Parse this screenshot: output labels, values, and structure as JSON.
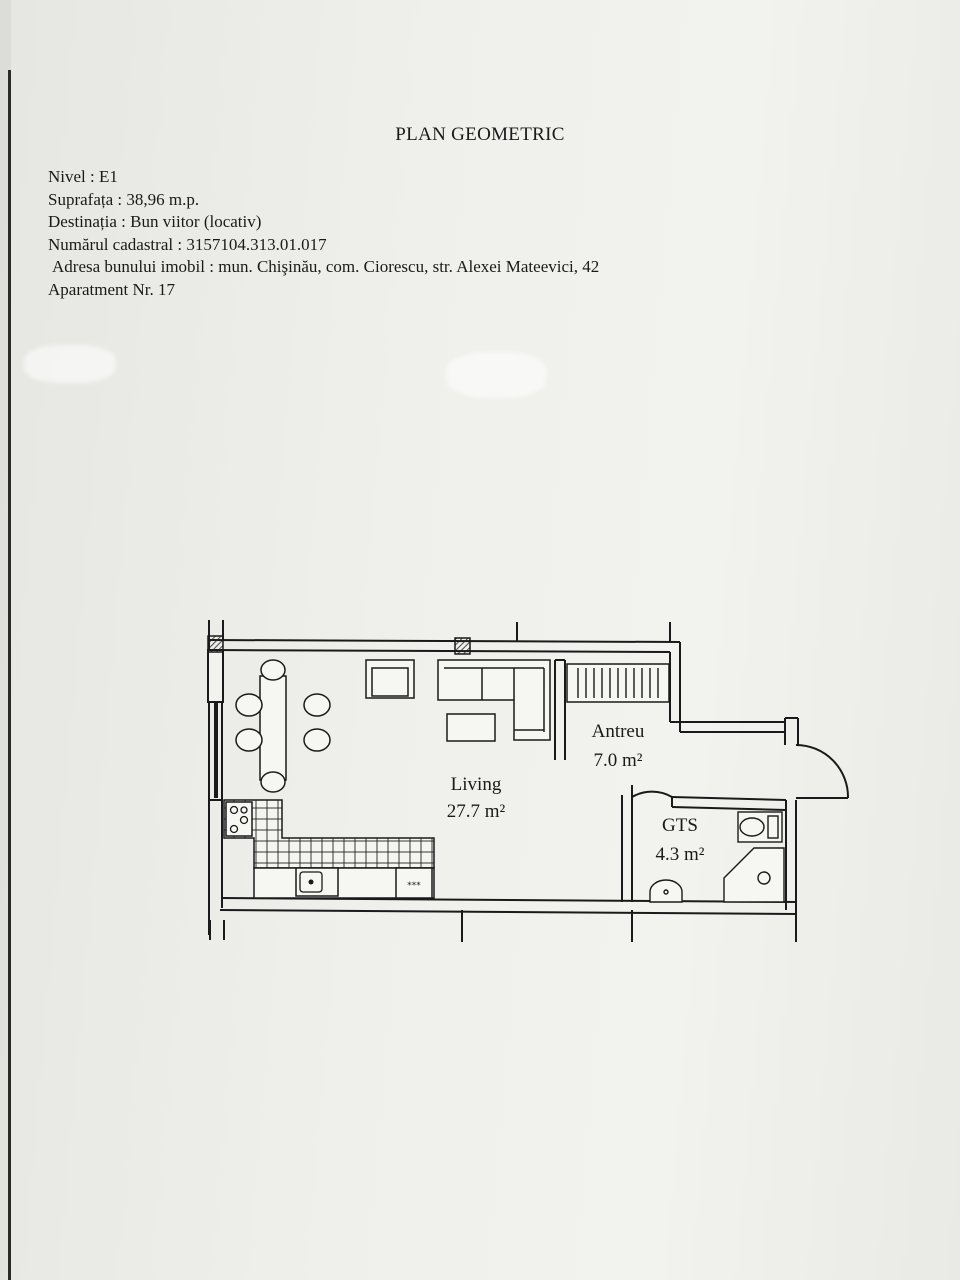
{
  "document": {
    "title": "PLAN GEOMETRIC",
    "fields": [
      {
        "label": "Nivel",
        "value": "E1"
      },
      {
        "label": "Suprafața",
        "value": "38,96 m.p."
      },
      {
        "label": "Destinația",
        "value": "Bun viitor (locativ)"
      },
      {
        "label": "Numărul cadastral",
        "value": "3157104.313.01.017"
      },
      {
        "label": "Adresa bunului imobil",
        "value": "mun. Chişinău, com. Ciorescu, str. Alexei Mateevici, 42"
      }
    ],
    "apartment": "Aparatment Nr. 17"
  },
  "plan": {
    "rooms": [
      {
        "name": "Living",
        "area": "27.7 m²"
      },
      {
        "name": "Antreu",
        "area": "7.0 m²"
      },
      {
        "name": "GTS",
        "area": "4.3 m²"
      }
    ],
    "stove_label": "***"
  }
}
